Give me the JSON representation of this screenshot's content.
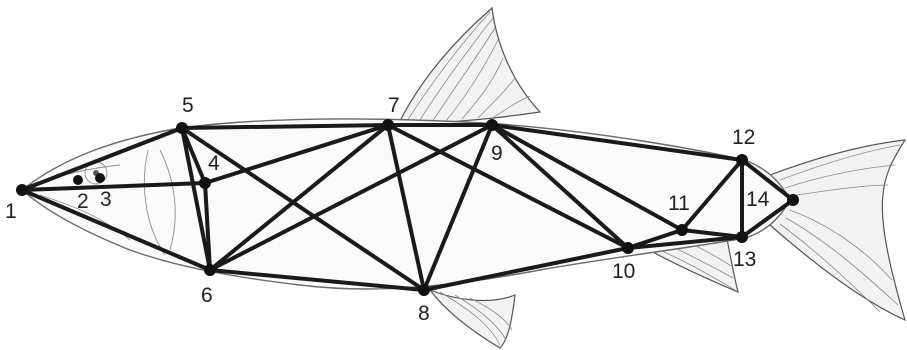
{
  "landmarks": [
    {
      "id": 1,
      "label": "1"
    },
    {
      "id": 2,
      "label": "2"
    },
    {
      "id": 3,
      "label": "3"
    },
    {
      "id": 4,
      "label": "4"
    },
    {
      "id": 5,
      "label": "5"
    },
    {
      "id": 6,
      "label": "6"
    },
    {
      "id": 7,
      "label": "7"
    },
    {
      "id": 8,
      "label": "8"
    },
    {
      "id": 9,
      "label": "9"
    },
    {
      "id": 10,
      "label": "10"
    },
    {
      "id": 11,
      "label": "11"
    },
    {
      "id": 12,
      "label": "12"
    },
    {
      "id": 13,
      "label": "13"
    },
    {
      "id": 14,
      "label": "14"
    }
  ],
  "edges": [
    [
      1,
      5
    ],
    [
      1,
      4
    ],
    [
      1,
      6
    ],
    [
      5,
      4
    ],
    [
      5,
      6
    ],
    [
      5,
      7
    ],
    [
      5,
      8
    ],
    [
      4,
      6
    ],
    [
      4,
      7
    ],
    [
      6,
      7
    ],
    [
      6,
      9
    ],
    [
      6,
      8
    ],
    [
      7,
      9
    ],
    [
      7,
      8
    ],
    [
      7,
      10
    ],
    [
      8,
      9
    ],
    [
      8,
      10
    ],
    [
      9,
      10
    ],
    [
      9,
      11
    ],
    [
      9,
      12
    ],
    [
      10,
      11
    ],
    [
      10,
      13
    ],
    [
      11,
      12
    ],
    [
      11,
      13
    ],
    [
      12,
      13
    ],
    [
      12,
      14
    ],
    [
      13,
      14
    ]
  ],
  "colors": {
    "edge": "#1a1a1a",
    "node": "#111111",
    "fish_outline": "#6b6b6b"
  }
}
